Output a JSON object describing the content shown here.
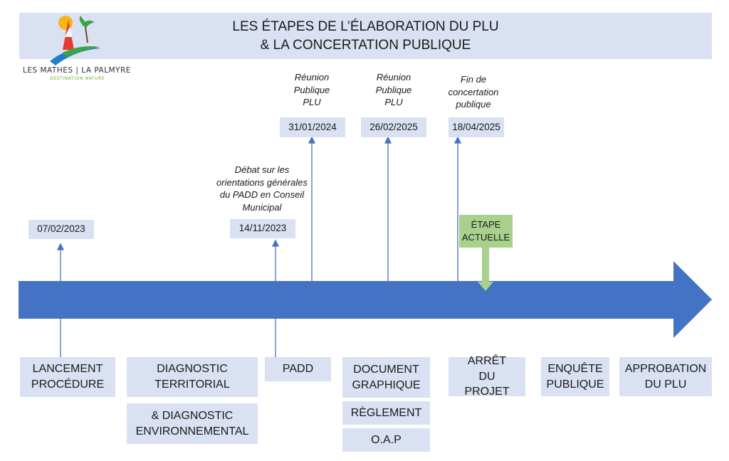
{
  "header": {
    "title_line1": "LES ÉTAPES DE L’ÉLABORATION DU PLU",
    "title_line2": "& LA CONCERTATION PUBLIQUE"
  },
  "logo": {
    "name": "LES MATHES | LA PALMYRE",
    "tagline": "DESTINATION NATURE"
  },
  "milestones": [
    {
      "date": "07/02/2023",
      "note": ""
    },
    {
      "date": "14/11/2023",
      "note": "Débat sur les orientations générales du PADD en Conseil Municipal"
    },
    {
      "date": "31/01/2024",
      "note": "Réunion Publique PLU"
    },
    {
      "date": "26/02/2025",
      "note": "Réunion Publique PLU"
    },
    {
      "date": "18/04/2025",
      "note": "Fin de concertation publique"
    }
  ],
  "current_step": {
    "label": "ÉTAPE ACTUELLE",
    "color": "#a9d18e"
  },
  "stages": {
    "lancement": "LANCEMENT PROCÉDURE",
    "diagnostic_territorial": "DIAGNOSTIC TERRITORIAL",
    "diagnostic_environnemental": "& DIAGNOSTIC ENVIRONNEMENTAL",
    "padd": "PADD",
    "document_graphique": "DOCUMENT GRAPHIQUE",
    "reglement": "RÈGLEMENT",
    "oap": "O.A.P",
    "arret": "ARRÊT DU PROJET",
    "enquete": "ENQUÊTE PUBLIQUE",
    "approbation": "APPROBATION DU PLU"
  },
  "colors": {
    "timeline_arrow": "#4472c4",
    "box_fill": "#d9e1f2",
    "current_marker": "#a9d18e"
  }
}
